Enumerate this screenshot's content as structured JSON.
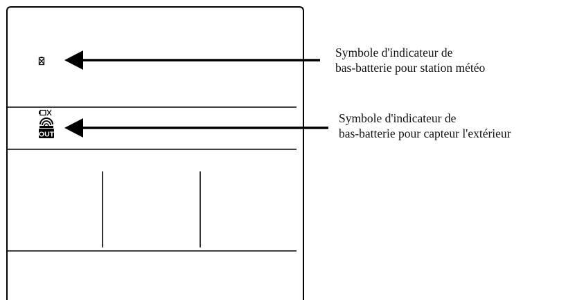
{
  "display": {
    "out_badge_text": "OUT"
  },
  "callouts": [
    {
      "line1": "Symbole d'indicateur de",
      "line2": "bas-batterie pour station météo"
    },
    {
      "line1": "Symbole d'indicateur de",
      "line2": "bas-batterie pour capteur l'extérieur"
    }
  ],
  "colors": {
    "ink": "#000000",
    "text": "#111111",
    "background": "#ffffff"
  }
}
